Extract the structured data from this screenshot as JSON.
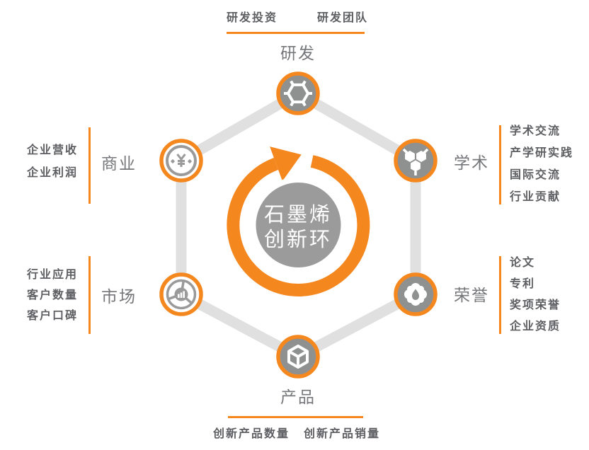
{
  "center": {
    "line1": "石墨烯",
    "line2": "创新环"
  },
  "nodes": [
    {
      "label": "研发",
      "icon": "molecule-hexagon-icon",
      "metrics": [
        "研发投资",
        "研发团队"
      ]
    },
    {
      "label": "学术",
      "icon": "molecule-cluster-icon",
      "metrics": [
        "学术交流",
        "产学研实践",
        "国际交流",
        "行业贡献"
      ]
    },
    {
      "label": "荣誉",
      "icon": "medal-flame-icon",
      "metrics": [
        "论文",
        "专利",
        "奖项荣誉",
        "企业资质"
      ]
    },
    {
      "label": "产品",
      "icon": "cube-icon",
      "metrics": [
        "创新产品数量",
        "创新产品销量"
      ]
    },
    {
      "label": "市场",
      "icon": "pie-chart-icon",
      "metrics": [
        "行业应用",
        "客户数量",
        "客户口碑"
      ]
    },
    {
      "label": "商业",
      "icon": "coin-yen-icon",
      "metrics": [
        "企业营收",
        "企业利润"
      ]
    }
  ],
  "colors": {
    "accent": "#F5871F",
    "node_gray": "#8F9090",
    "center_gray": "#9B9B9B",
    "connector_gray": "#E0E0E0",
    "icon_gray": "#9A9A9A",
    "label_text": "#76777A",
    "metric_text": "#5E5F62"
  }
}
